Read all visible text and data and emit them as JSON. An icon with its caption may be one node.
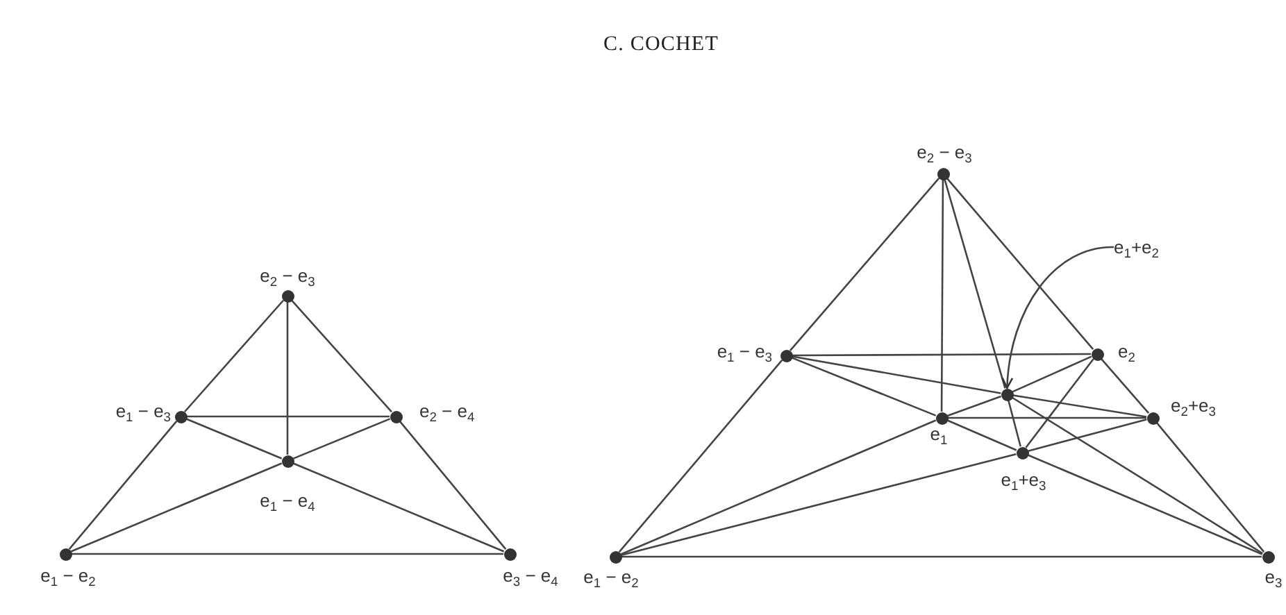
{
  "diagram": {
    "title": "C. COCHET",
    "nodes": [
      {
        "text": [],
        "shape": "circle",
        "beside": [
          "e$_{2}$ − e$_{3}$"
        ]
      },
      {
        "text": [],
        "shape": "circle",
        "beside": [
          "e$_{1}$ − e$_{3}$"
        ]
      },
      {
        "text": [],
        "shape": "circle",
        "beside": [
          "e$_{2}$ − e$_{4}$"
        ]
      },
      {
        "text": [],
        "shape": "circle",
        "beside": [
          "e$_{1}$ − e$_{4}$"
        ]
      },
      {
        "text": [],
        "shape": "circle",
        "beside": [
          "e$_{1}$ − e$_{2}$"
        ]
      },
      {
        "text": [],
        "shape": "circle",
        "beside": [
          "e$_{3}$ − e$_{4}$"
        ]
      },
      {
        "text": [],
        "shape": "circle",
        "beside": [
          "e$_{2}$ − e$_{3}$"
        ]
      },
      {
        "text": [
          "e$_{1}$+e$_{2}$"
        ]
      },
      {
        "text": [],
        "shape": "circle",
        "beside": [
          "e$_{1}$ − e$_{3}$"
        ]
      },
      {
        "text": [],
        "shape": "circle",
        "beside": [
          "e$_{2}$"
        ]
      },
      {
        "text": [],
        "shape": "circle"
      },
      {
        "text": [],
        "shape": "circle",
        "beside": [
          "e$_{1}$"
        ]
      },
      {
        "text": [],
        "shape": "circle",
        "beside": [
          "e$_{2}$+e$_{3}$"
        ]
      },
      {
        "text": [],
        "shape": "circle",
        "beside": [
          "e$_{1}$+e$_{3}$"
        ]
      },
      {
        "text": [],
        "shape": "circle",
        "beside": [
          "e$_{1}$ − e$_{2}$"
        ]
      },
      {
        "text": [],
        "shape": "circle",
        "beside": [
          "e$_{3}$"
        ]
      }
    ],
    "edges": [
      {
        "from": 0,
        "to": 1,
        "arrow": "none"
      },
      {
        "from": 1,
        "to": 4,
        "arrow": "none"
      },
      {
        "from": 0,
        "to": 2,
        "arrow": "none"
      },
      {
        "from": 2,
        "to": 5,
        "arrow": "none"
      },
      {
        "from": 0,
        "to": 3,
        "arrow": "none"
      },
      {
        "from": 1,
        "to": 2,
        "arrow": "none"
      },
      {
        "from": 1,
        "to": 3,
        "arrow": "none"
      },
      {
        "from": 3,
        "to": 5,
        "arrow": "none"
      },
      {
        "from": 2,
        "to": 3,
        "arrow": "none"
      },
      {
        "from": 3,
        "to": 4,
        "arrow": "none"
      },
      {
        "from": 4,
        "to": 5,
        "arrow": "none"
      },
      {
        "from": 6,
        "to": 8,
        "arrow": "none"
      },
      {
        "from": 8,
        "to": 14,
        "arrow": "none"
      },
      {
        "from": 6,
        "to": 9,
        "arrow": "none"
      },
      {
        "from": 9,
        "to": 12,
        "arrow": "none"
      },
      {
        "from": 12,
        "to": 15,
        "arrow": "none"
      },
      {
        "from": 6,
        "to": 11,
        "arrow": "none"
      },
      {
        "from": 6,
        "to": 10,
        "arrow": "none"
      },
      {
        "from": 10,
        "to": 13,
        "arrow": "none"
      },
      {
        "from": 8,
        "to": 9,
        "arrow": "none"
      },
      {
        "from": 8,
        "to": 11,
        "arrow": "none"
      },
      {
        "from": 11,
        "to": 13,
        "arrow": "none"
      },
      {
        "from": 13,
        "to": 15,
        "arrow": "none"
      },
      {
        "from": 8,
        "to": 10,
        "arrow": "none"
      },
      {
        "from": 10,
        "to": 12,
        "arrow": "none"
      },
      {
        "from": 9,
        "to": 10,
        "arrow": "none"
      },
      {
        "from": 10,
        "to": 11,
        "arrow": "none"
      },
      {
        "from": 11,
        "to": 14,
        "arrow": "none"
      },
      {
        "from": 11,
        "to": 12,
        "arrow": "none"
      },
      {
        "from": 9,
        "to": 13,
        "arrow": "none"
      },
      {
        "from": 12,
        "to": 13,
        "arrow": "none"
      },
      {
        "from": 13,
        "to": 14,
        "arrow": "none"
      },
      {
        "from": 10,
        "to": 15,
        "arrow": "none"
      },
      {
        "from": 14,
        "to": 15,
        "arrow": "none"
      },
      {
        "from": 7,
        "to": 10,
        "arrow": "to"
      }
    ]
  }
}
